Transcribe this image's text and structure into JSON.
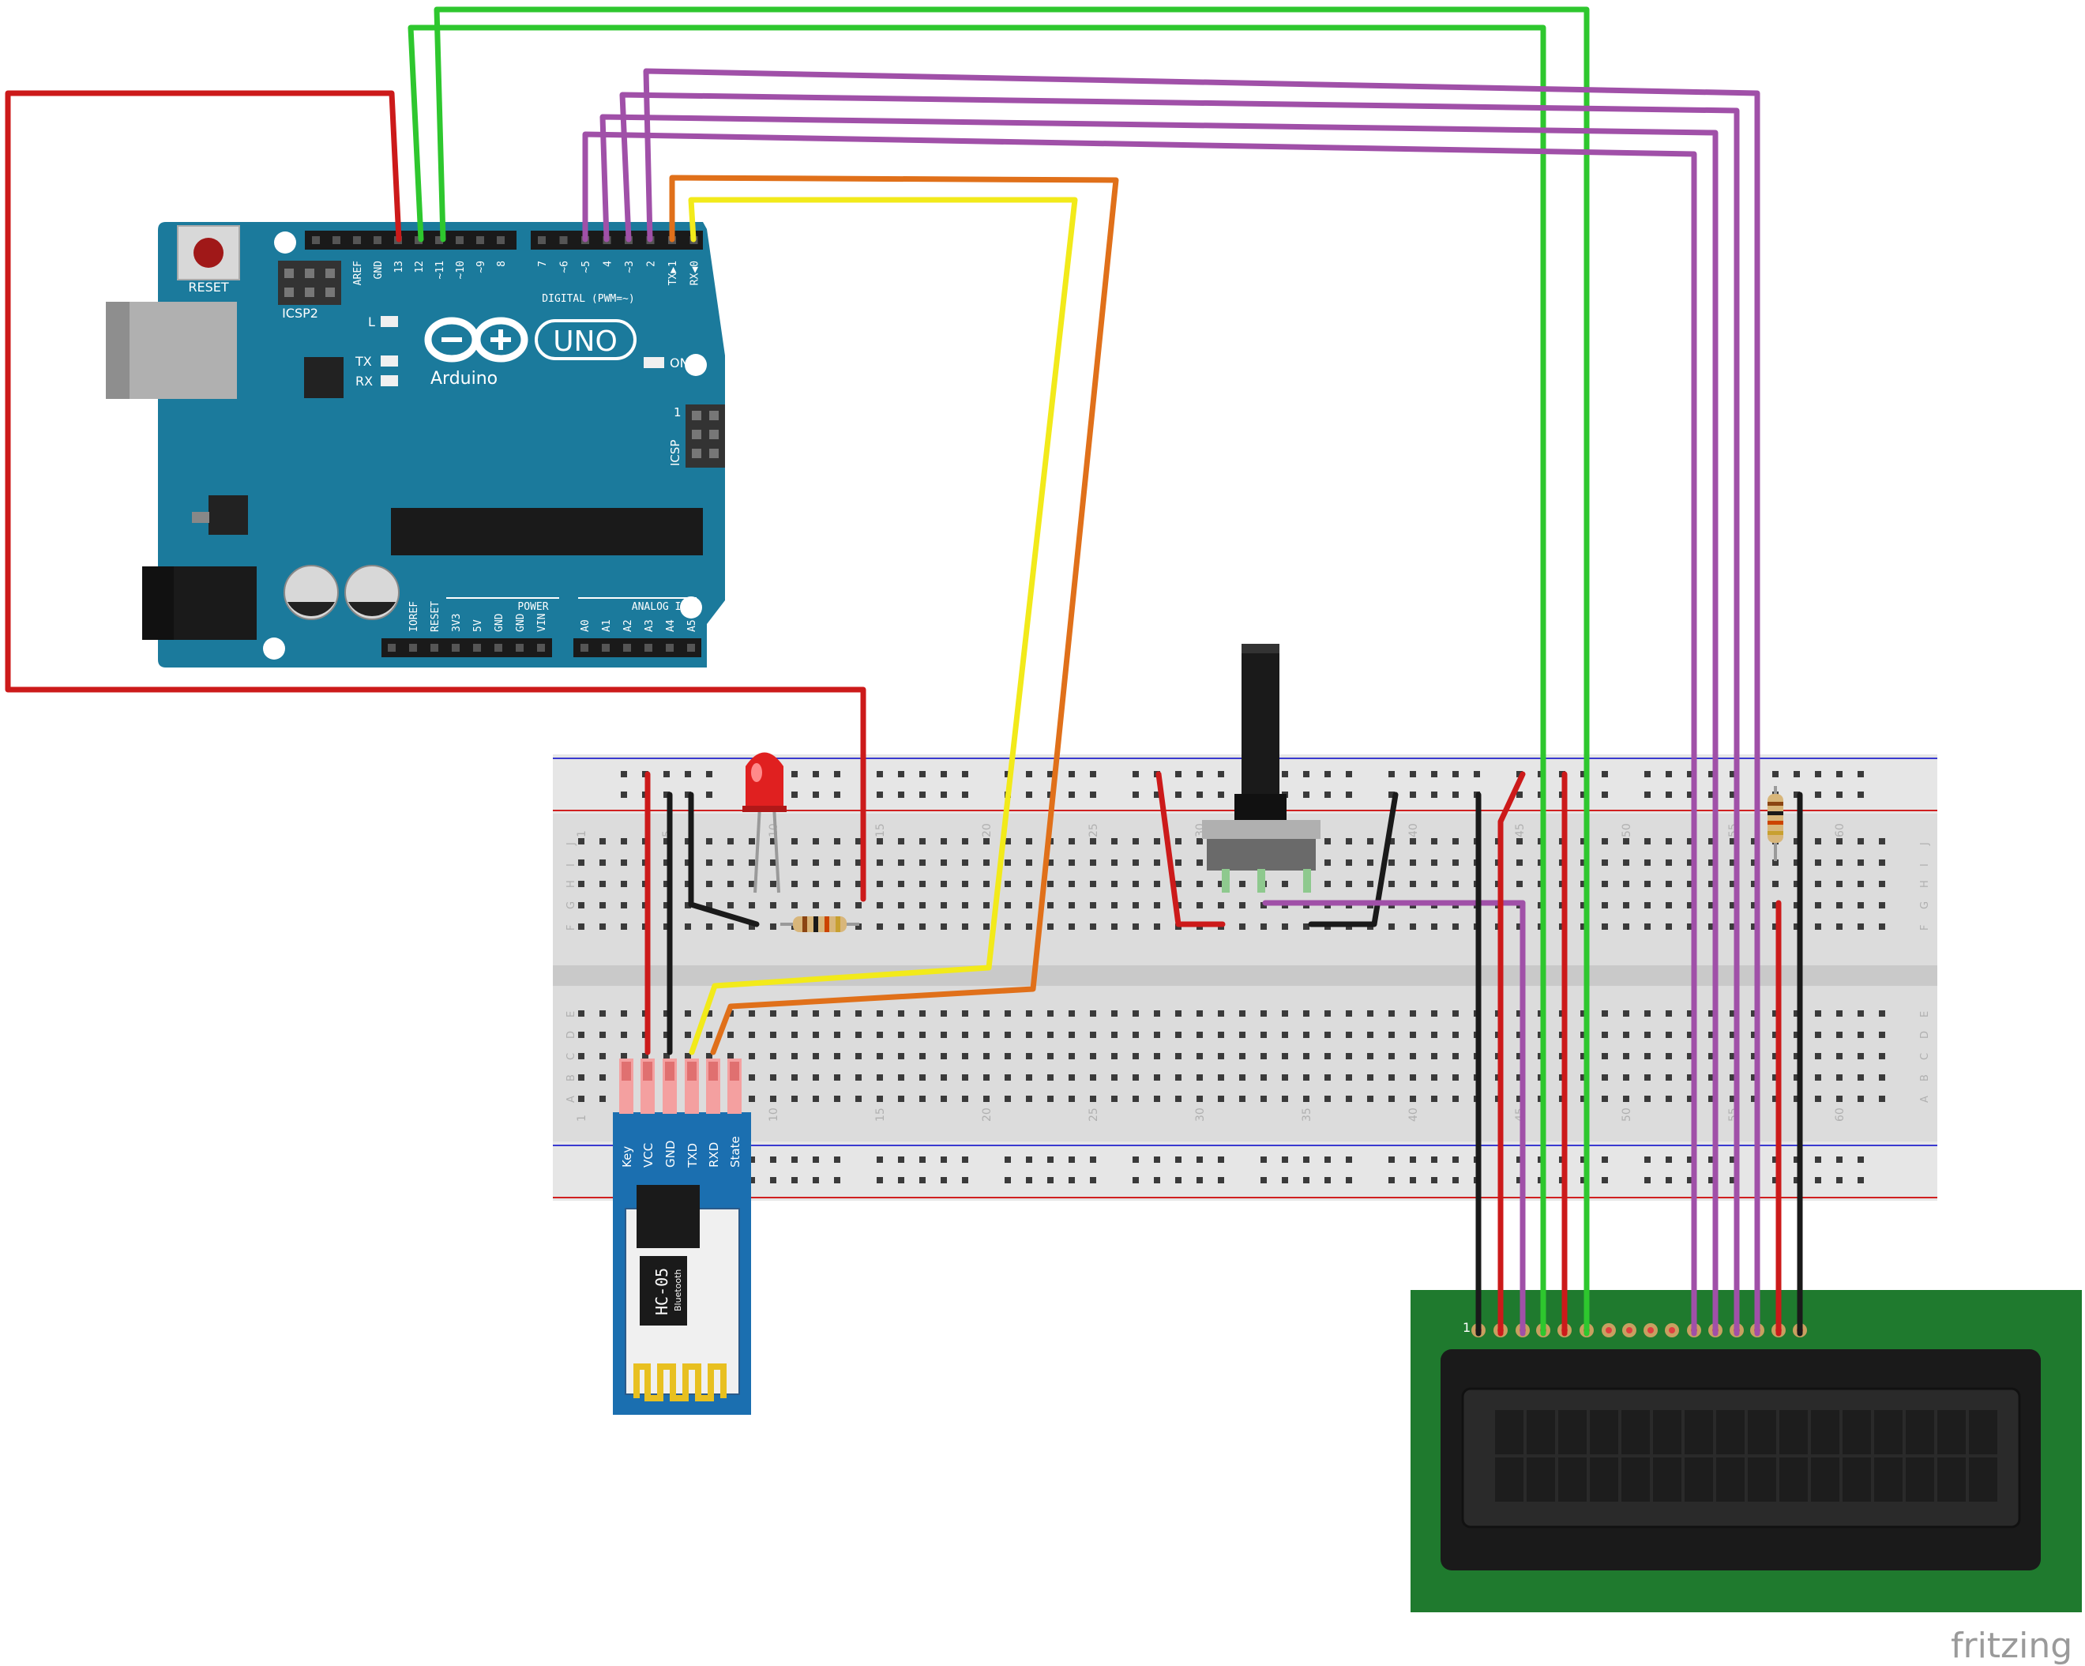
{
  "arduino": {
    "reset_label": "RESET",
    "icsp2_label": "ICSP2",
    "icsp_label": "ICSP",
    "icsp_pin1": "1",
    "l_label": "L",
    "tx_label": "TX",
    "rx_label": "RX",
    "on_label": "ON",
    "brand": "Arduino",
    "model": "UNO",
    "digital_label": "DIGITAL (PWM=~)",
    "power_label": "POWER",
    "analog_label": "ANALOG IN",
    "top_pins": [
      "AREF",
      "GND",
      "13",
      "12",
      "~11",
      "~10",
      "~9",
      "8",
      "7",
      "~6",
      "~5",
      "4",
      "~3",
      "2",
      "TX▶1",
      "RX◀0"
    ],
    "power_pins": [
      "IOREF",
      "RESET",
      "3V3",
      "5V",
      "GND",
      "GND",
      "VIN"
    ],
    "analog_pins": [
      "A0",
      "A1",
      "A2",
      "A3",
      "A4",
      "A5"
    ]
  },
  "breadboard": {
    "column_numbers": [
      "1",
      "5",
      "10",
      "15",
      "20",
      "25",
      "30",
      "35",
      "40",
      "45",
      "50",
      "55",
      "60"
    ],
    "row_letters_top": [
      "J",
      "I",
      "H",
      "G",
      "F"
    ],
    "row_letters_bottom": [
      "E",
      "D",
      "C",
      "B",
      "A"
    ]
  },
  "hc05": {
    "pins": [
      "Key",
      "VCC",
      "GND",
      "TXD",
      "RXD",
      "State"
    ],
    "name": "HC-05",
    "sub": "Bluetooth"
  },
  "lcd": {
    "pin1_label": "1"
  },
  "watermark": "fritzing",
  "colors": {
    "board_blue": "#1b7a9c",
    "wire_red": "#cc1a1a",
    "wire_green": "#2ec72e",
    "wire_purple": "#a050a8",
    "wire_orange": "#e0701a",
    "wire_yellow": "#f2ea1a",
    "wire_black": "#1a1a1a",
    "lcd_green": "#1f7a2e"
  }
}
